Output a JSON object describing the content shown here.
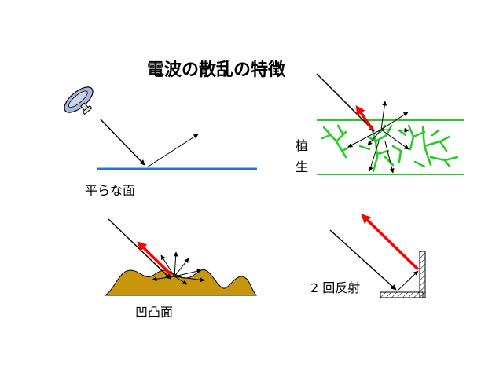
{
  "title": "電波の散乱の特徴",
  "panels": {
    "flat": {
      "label": "平らな面"
    },
    "vegetation": {
      "label_line1": "植",
      "label_line2": "生"
    },
    "rough": {
      "label": "凹凸面"
    },
    "double": {
      "label": "2 回反射"
    }
  },
  "colors": {
    "surface": "#1e78dc",
    "vegetation": "#22cc22",
    "reflection": "#ff0000",
    "ground": "#c8960a",
    "ray": "#000000"
  },
  "icons": {
    "antenna": "satellite-dish-icon"
  }
}
